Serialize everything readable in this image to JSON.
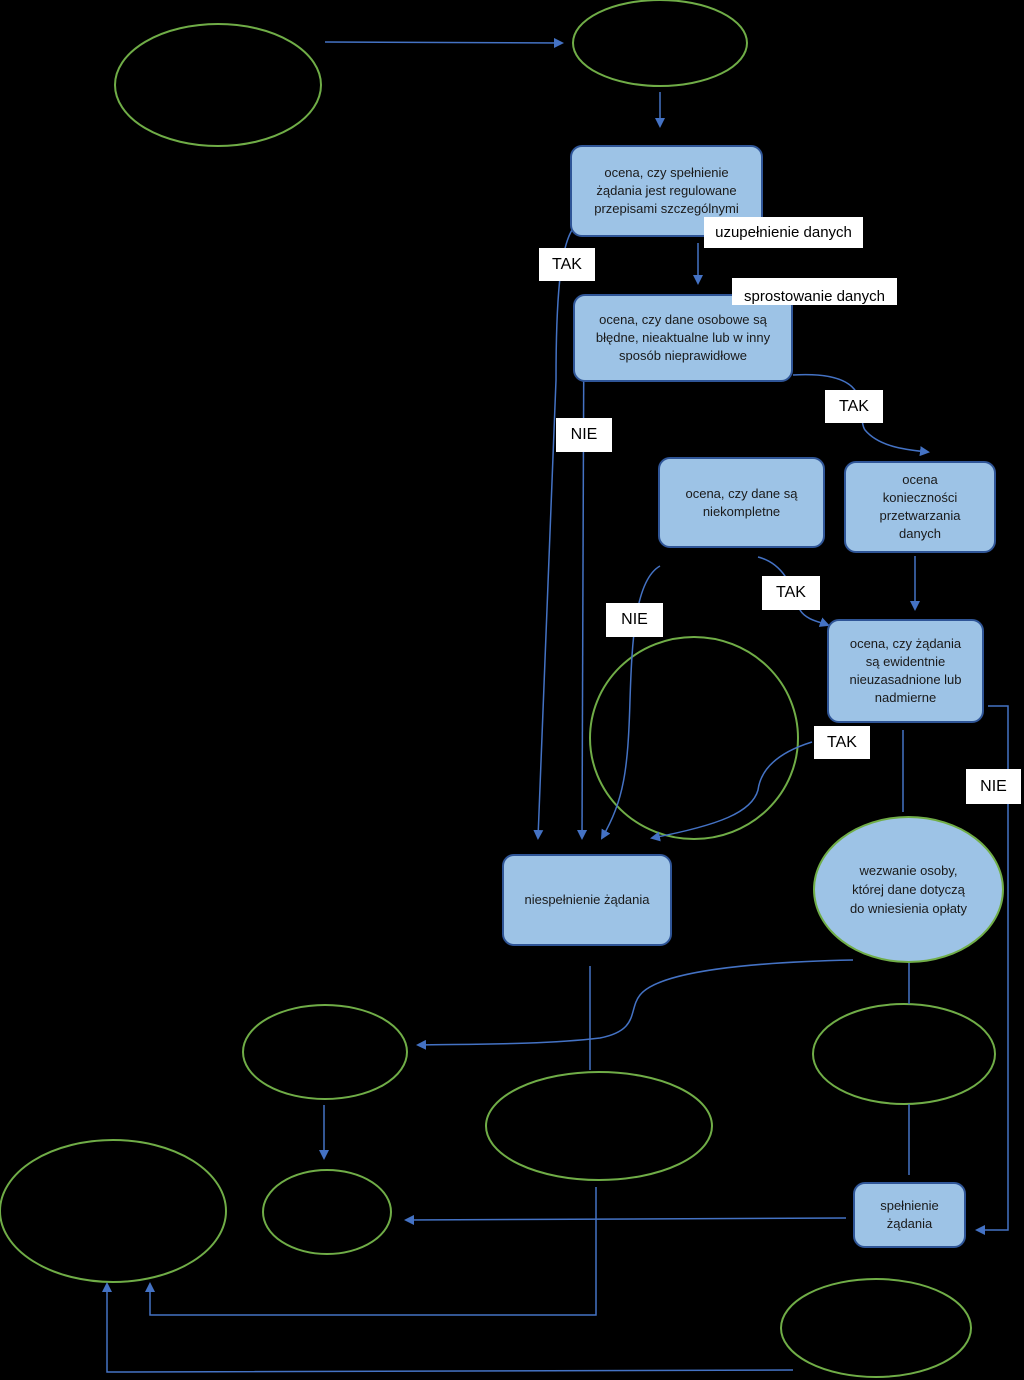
{
  "colors": {
    "background": "#000000",
    "box_fill": "#9dc3e6",
    "box_border": "#2f5597",
    "arrow": "#4472c4",
    "ellipse_outline": "#70ad47",
    "label_fill": "#ffffff"
  },
  "nodes": {
    "check_special_rules": "ocena, czy spełnienie żądania jest regulowane przepisami szczególnymi",
    "check_incorrect_data": "ocena, czy dane osobowe są błędne, nieaktualne lub w inny sposób nieprawidłowe",
    "check_incomplete_data": "ocena, czy dane są niekompletne",
    "assess_processing_need": "ocena konieczności przetwarzania danych",
    "check_unfounded_request": "ocena, czy żądania są ewidentnie nieuzasadnione lub nadmierne",
    "request_denied": "niespełnienie żądania",
    "fee_request": "wezwanie osoby, której dane dotyczą do wniesienia opłaty",
    "request_fulfilled": "spełnienie żądania"
  },
  "labels": {
    "supplement_data": "uzupełnienie danych",
    "rectify_data": "sprostowanie danych",
    "yes_1": "TAK",
    "yes_2": "TAK",
    "yes_3": "TAK",
    "yes_4": "TAK",
    "no_1": "NIE",
    "no_2": "NIE",
    "no_3": "NIE"
  }
}
